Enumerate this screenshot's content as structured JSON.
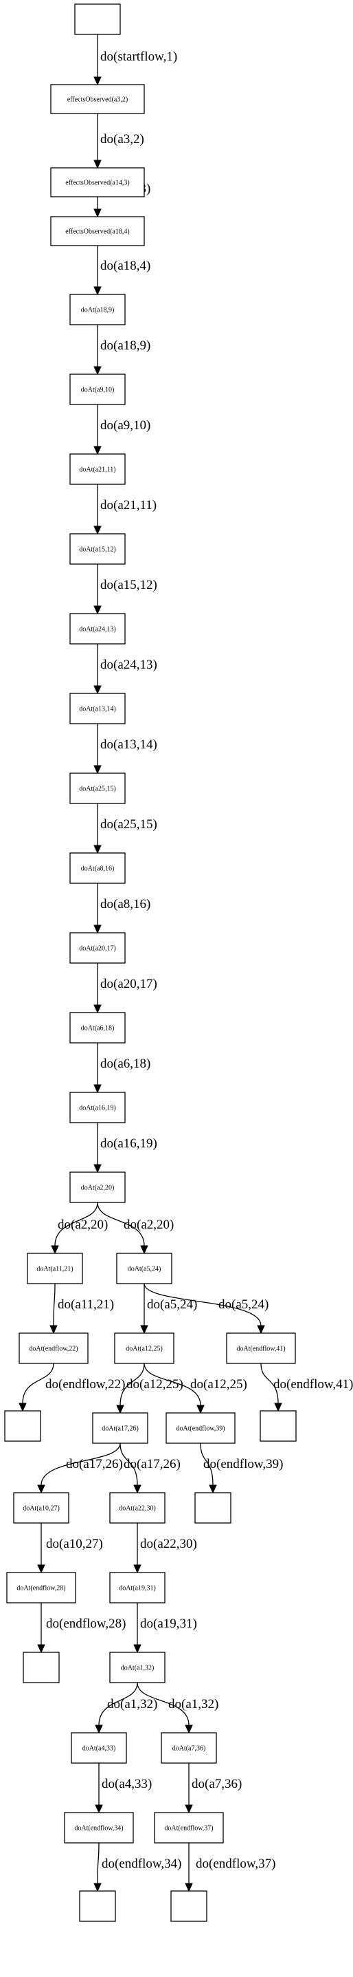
{
  "nodes": {
    "start": "",
    "n1": "effectsObserved(a3,2)",
    "n2": "effectsObserved(a14,3)",
    "n3": "effectsObserved(a18,4)",
    "n4": "doAt(a18,9)",
    "n5": "doAt(a9,10)",
    "n6": "doAt(a21,11)",
    "n7": "doAt(a15,12)",
    "n8": "doAt(a24,13)",
    "n9": "doAt(a13,14)",
    "n10": "doAt(a25,15)",
    "n11": "doAt(a8,16)",
    "n12": "doAt(a20,17)",
    "n13": "doAt(a6,18)",
    "n14": "doAt(a16,19)",
    "n15": "doAt(a2,20)",
    "n16": "doAt(a11,21)",
    "n17": "doAt(a5,24)",
    "n18": "doAt(endflow,22)",
    "n19": "doAt(a12,25)",
    "n20": "doAt(endflow,41)",
    "n21": "",
    "n22": "doAt(a17,26)",
    "n23": "doAt(endflow,39)",
    "n24": "",
    "n25": "doAt(a10,27)",
    "n26": "doAt(a22,30)",
    "n27": "",
    "n28": "doAt(endflow,28)",
    "n29": "doAt(a19,31)",
    "n30": "",
    "n31": "doAt(a1,32)",
    "n32": "doAt(a4,33)",
    "n33": "doAt(a7,36)",
    "n34": "doAt(endflow,34)",
    "n35": "doAt(endflow,37)",
    "n36": "",
    "n37": ""
  },
  "edges": {
    "e1": "do(startflow,1)",
    "e2": "do(a3,2)",
    "e3": "do(a14,3)",
    "e4": "do(a18,4)",
    "e5": "do(a18,9)",
    "e6": "do(a9,10)",
    "e7": "do(a21,11)",
    "e8": "do(a15,12)",
    "e9": "do(a24,13)",
    "e10": "do(a13,14)",
    "e11": "do(a25,15)",
    "e12": "do(a8,16)",
    "e13": "do(a20,17)",
    "e14": "do(a6,18)",
    "e15": "do(a16,19)",
    "e16": "do(a2,20)",
    "e17": "do(a2,20)",
    "e18": "do(a11,21)",
    "e19": "do(a5,24)",
    "e20": "do(a5,24)",
    "e21": "do(endflow,22)",
    "e22": "do(a12,25)",
    "e23": "do(a12,25)",
    "e24": "do(endflow,41)",
    "e25": "do(a17,26)",
    "e26": "do(a17,26)",
    "e27": "do(endflow,39)",
    "e28": "do(a10,27)",
    "e29": "do(a22,30)",
    "e30": "do(endflow,28)",
    "e31": "do(a19,31)",
    "e32": "do(a1,32)",
    "e33": "do(a1,32)",
    "e34": "do(a4,33)",
    "e35": "do(a7,36)",
    "e36": "do(endflow,34)",
    "e37": "do(endflow,37)"
  }
}
